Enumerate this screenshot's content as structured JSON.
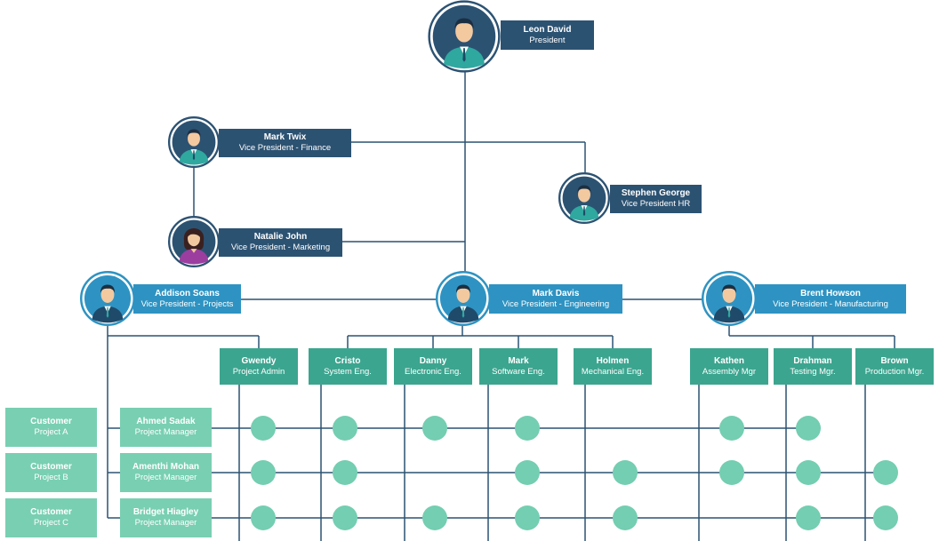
{
  "president": {
    "name": "Leon David",
    "title": "President"
  },
  "vps_top": [
    {
      "name": "Mark Twix",
      "title": "Vice President - Finance"
    },
    {
      "name": "Stephen George",
      "title": "Vice President HR"
    },
    {
      "name": "Natalie John",
      "title": "Vice President - Marketing"
    }
  ],
  "vps_mid": [
    {
      "name": "Addison Soans",
      "title": "Vice President - Projects"
    },
    {
      "name": "Mark Davis",
      "title": "Vice President - Engineering"
    },
    {
      "name": "Brent Howson",
      "title": "Vice President - Manufacturing"
    }
  ],
  "departments": [
    {
      "name": "Gwendy",
      "title": "Project Admin"
    },
    {
      "name": "Cristo",
      "title": "System Eng."
    },
    {
      "name": "Danny",
      "title": "Electronic Eng."
    },
    {
      "name": "Mark",
      "title": "Software Eng."
    },
    {
      "name": "Holmen",
      "title": "Mechanical Eng."
    },
    {
      "name": "Kathen",
      "title": "Assembly Mgr"
    },
    {
      "name": "Drahman",
      "title": "Testing Mgr."
    },
    {
      "name": "Brown",
      "title": "Production Mgr."
    }
  ],
  "customers": [
    {
      "name": "Customer",
      "project": "Project A"
    },
    {
      "name": "Customer",
      "project": "Project B"
    },
    {
      "name": "Customer",
      "project": "Project C"
    }
  ],
  "managers": [
    {
      "name": "Ahmed Sadak",
      "title": "Project Manager"
    },
    {
      "name": "Amenthi Mohan",
      "title": "Project Manager"
    },
    {
      "name": "Bridget Hiagley",
      "title": "Project Manager"
    }
  ],
  "matrix": {
    "rows": [
      [
        true,
        true,
        true,
        true,
        false,
        true,
        true,
        false
      ],
      [
        true,
        true,
        false,
        true,
        true,
        true,
        true,
        true
      ],
      [
        true,
        true,
        true,
        true,
        true,
        false,
        true,
        true
      ]
    ]
  },
  "colors": {
    "navy": "#2c5272",
    "blue": "#2e93c2",
    "teal": "#3ca58f",
    "light": "#79cfb2",
    "dot": "#74ceb1",
    "line": "#2c5272"
  },
  "icons": [
    "male-avatar-icon",
    "female-avatar-icon"
  ]
}
